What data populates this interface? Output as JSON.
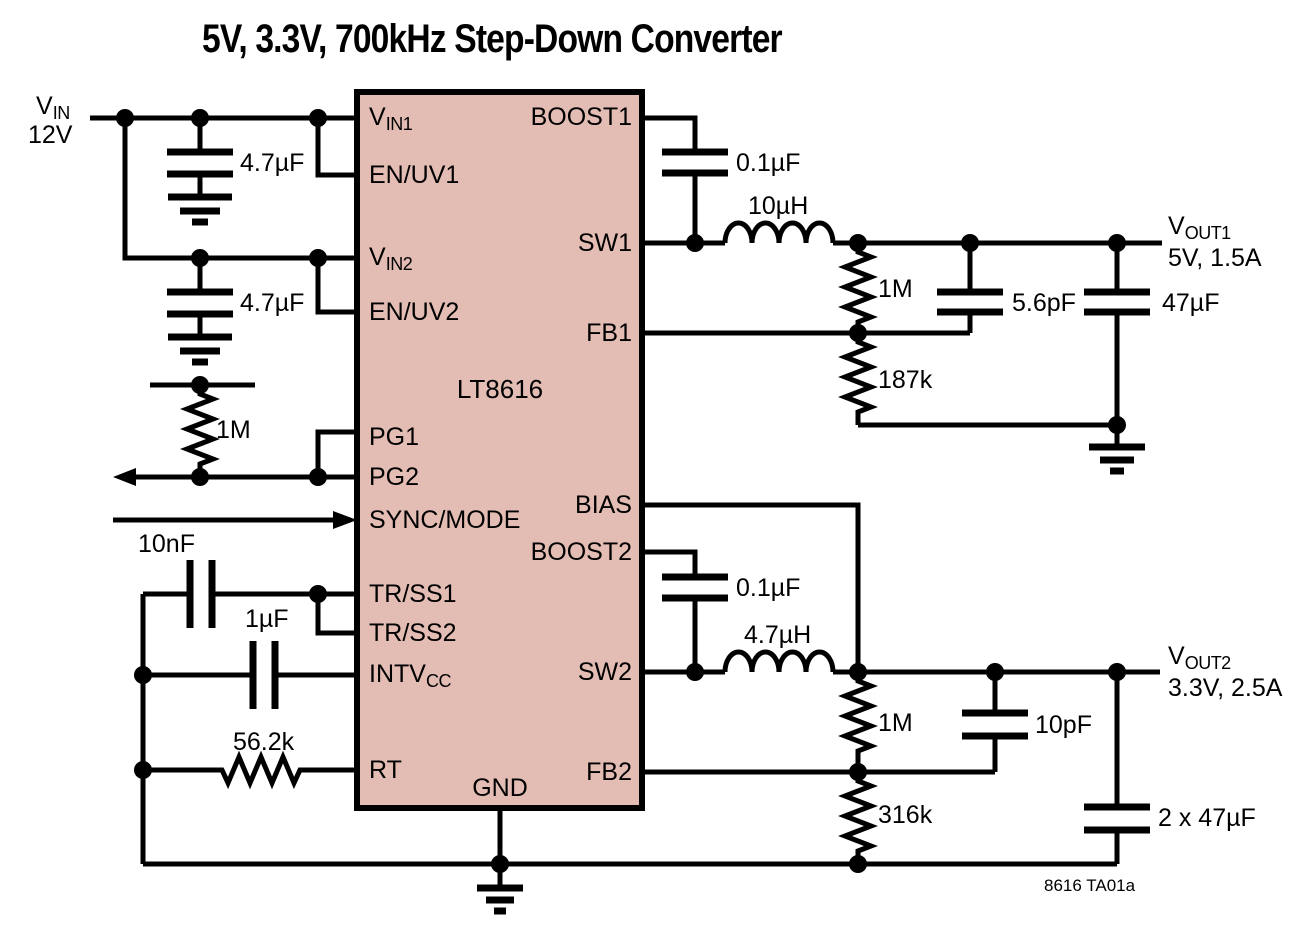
{
  "title": "5V, 3.3V, 700kHz Step-Down Converter",
  "note": "8616 TA01a",
  "ic": {
    "name": "LT8616",
    "pins": {
      "vin1": {
        "main": "V",
        "sub": "IN1"
      },
      "enuv1": "EN/UV1",
      "vin2": {
        "main": "V",
        "sub": "IN2"
      },
      "enuv2": "EN/UV2",
      "pg1": "PG1",
      "pg2": "PG2",
      "syncmode": "SYNC/MODE",
      "trss1": "TR/SS1",
      "trss2": "TR/SS2",
      "intvcc": {
        "main": "INTV",
        "sub": "CC"
      },
      "rt": "RT",
      "gnd": "GND",
      "boost1": "BOOST1",
      "sw1": "SW1",
      "fb1": "FB1",
      "bias": "BIAS",
      "boost2": "BOOST2",
      "sw2": "SW2",
      "fb2": "FB2"
    }
  },
  "ports": {
    "vin": {
      "name": {
        "main": "V",
        "sub": "IN"
      },
      "value": "12V"
    },
    "vout1": {
      "name": {
        "main": "V",
        "sub": "OUT1"
      },
      "value": "5V, 1.5A"
    },
    "vout2": {
      "name": {
        "main": "V",
        "sub": "OUT2"
      },
      "value": "3.3V, 2.5A"
    }
  },
  "components": {
    "cin1": "4.7µF",
    "cin2": "4.7µF",
    "r_pg": "1M",
    "c_ss": "10nF",
    "c_intvcc": "1µF",
    "r_t": "56.2k",
    "c_boost1": "0.1µF",
    "l1": "10µH",
    "r_fb1_top": "1M",
    "c_ff1": "5.6pF",
    "c_out1": "47µF",
    "r_fb1_bot": "187k",
    "c_boost2": "0.1µF",
    "l2": "4.7µH",
    "r_fb2_top": "1M",
    "c_ff2": "10pF",
    "c_out2": "2 x 47µF",
    "r_fb2_bot": "316k"
  },
  "colors": {
    "ic_fill": "#e3bcb3",
    "line": "#000000"
  }
}
